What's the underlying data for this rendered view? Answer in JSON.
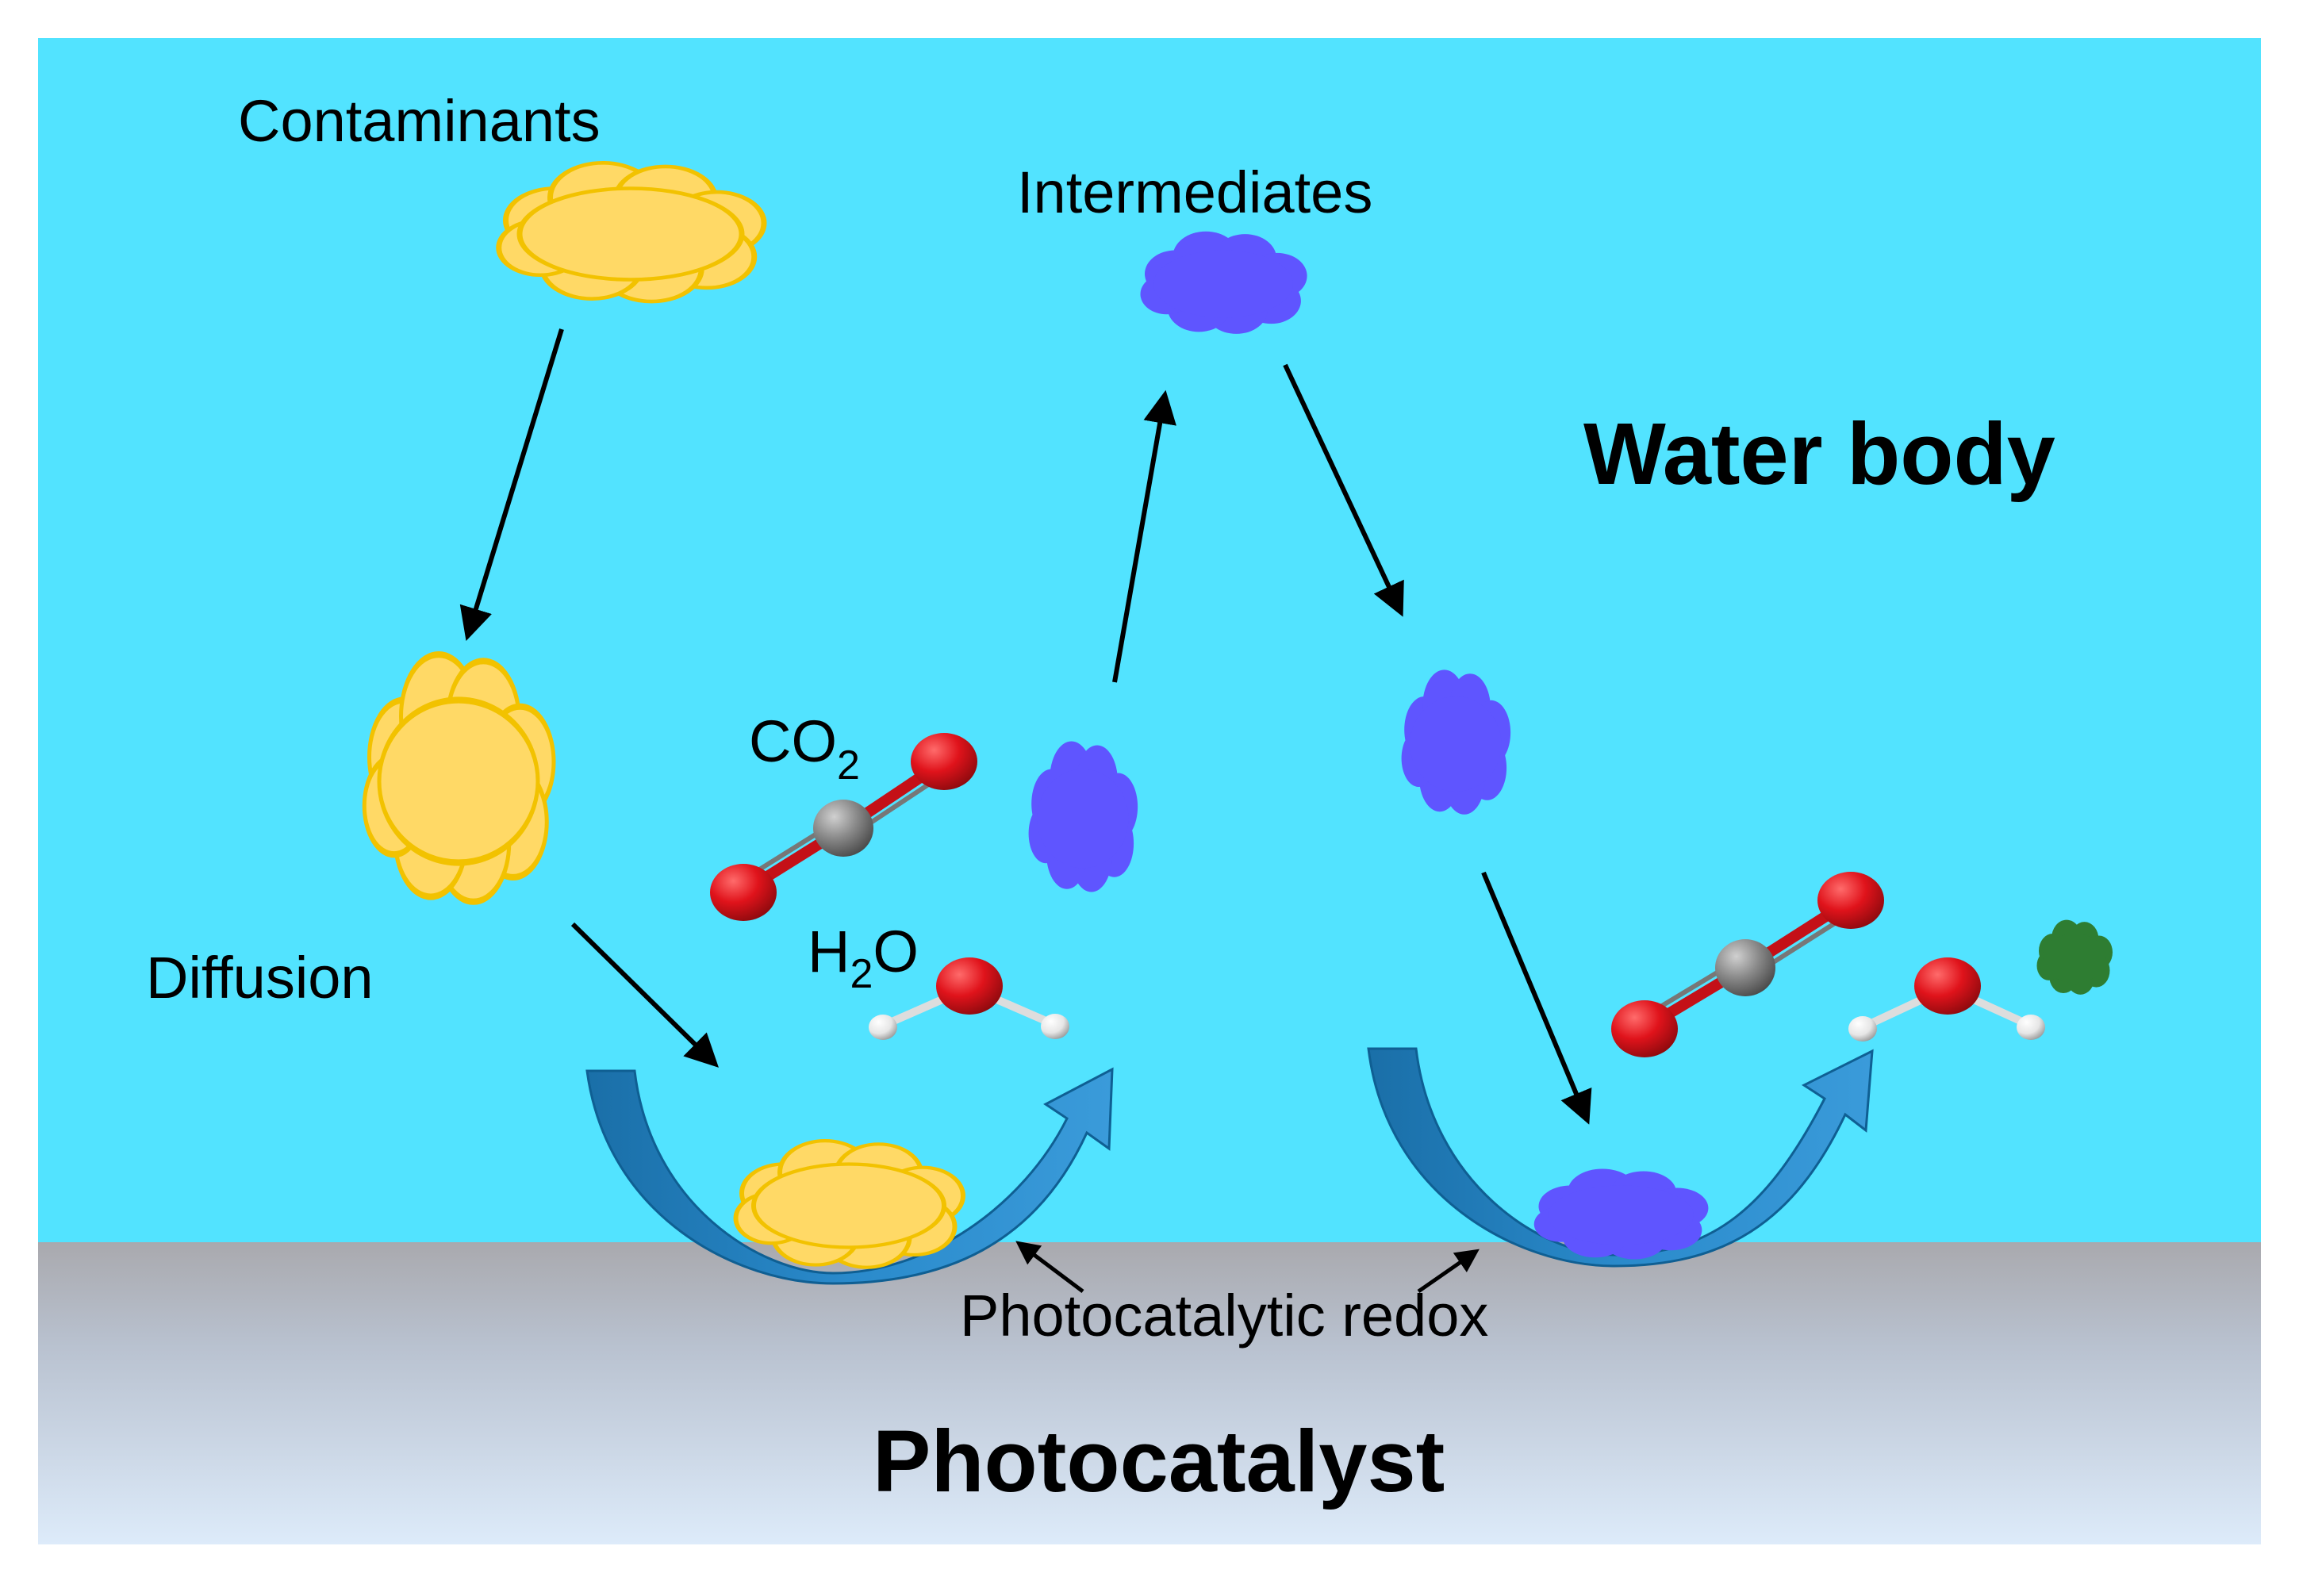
{
  "labels": {
    "contaminants": "Contaminants",
    "intermediates": "Intermediates",
    "water_body": "Water body",
    "diffusion": "Diffusion",
    "co2_main": "CO",
    "co2_sub": "2",
    "h2o_h": "H",
    "h2o_sub": "2",
    "h2o_o": "O",
    "photocatalytic_redox": "Photocatalytic redox",
    "photocatalyst": "Photocatalyst"
  },
  "colors": {
    "water": "#52E3FF",
    "catalyst_top": "#A9A9AE",
    "catalyst_bottom": "#DDEBFA",
    "contaminant_fill": "#FFD966",
    "contaminant_stroke": "#F2C200",
    "intermediate": "#5F55FF",
    "product_green": "#2E7D32",
    "oxygen": "#E0131B",
    "carbon": "#8A8A8A",
    "hydrogen": "#F2F2F2",
    "process_arrow": "#1F7FC2",
    "arrow": "#000000"
  }
}
